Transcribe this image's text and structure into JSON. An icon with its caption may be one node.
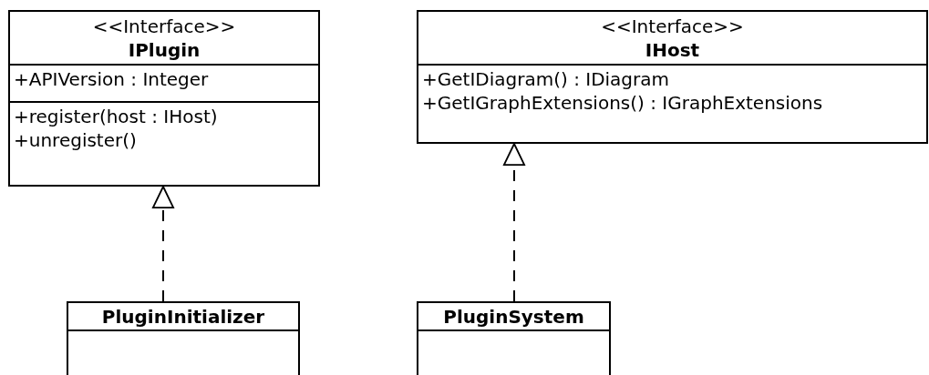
{
  "diagram": {
    "nodes": [
      {
        "text": [
          "<<Interface>>",
          "IPlugin"
        ]
      },
      {
        "text": [
          "+APIVersion : Integer"
        ],
        "in": 0
      },
      {
        "text": [
          "+register(host : IHost)",
          "+unregister()"
        ],
        "in": 0
      },
      {
        "text": [
          "<<Interface>>",
          "IHost"
        ]
      },
      {
        "text": [
          "+GetIDiagram() : IDiagram",
          "+GetIGraphExtensions() : IGraphExtensions"
        ],
        "in": 3
      },
      {
        "text": [
          "PluginInitializer"
        ]
      },
      {
        "text": [],
        "shape": "box",
        "in": 5
      },
      {
        "text": [
          "PluginSystem"
        ]
      },
      {
        "text": [],
        "shape": "box",
        "in": 7
      }
    ],
    "edges": [
      {
        "from": 5,
        "to": 0,
        "arrow": "to",
        "style": "dashed"
      },
      {
        "from": 7,
        "to": 3,
        "arrow": "to",
        "style": "dashed"
      }
    ]
  }
}
